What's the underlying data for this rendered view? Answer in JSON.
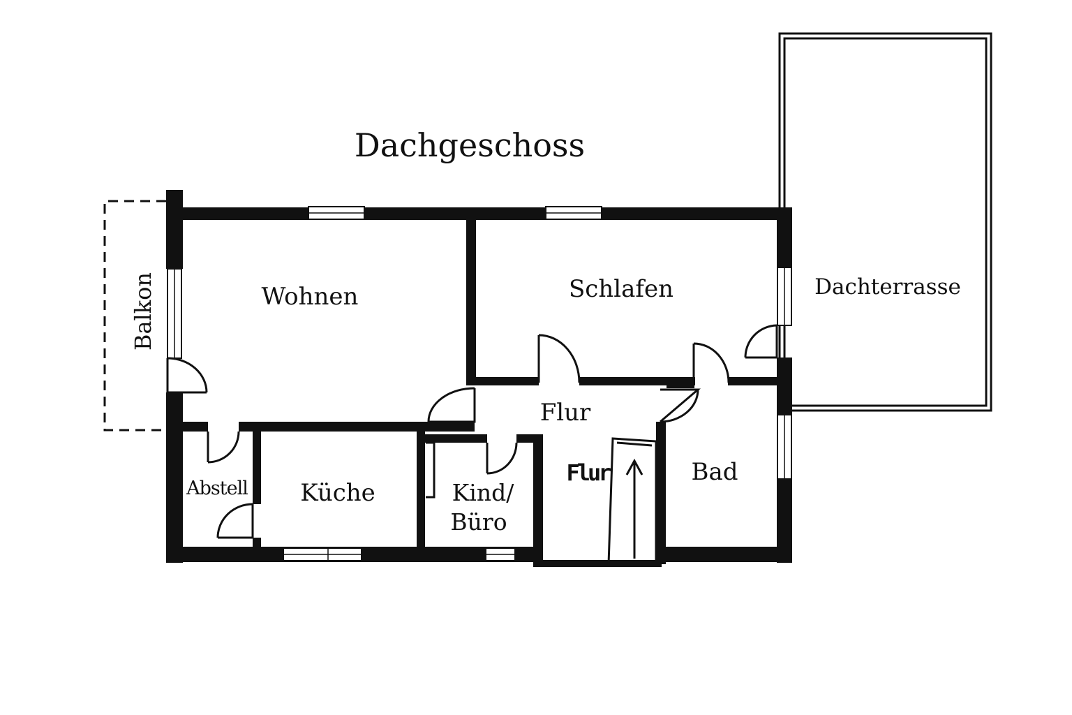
{
  "plan": {
    "title": "Dachgeschoss",
    "rooms": {
      "wohnen": "Wohnen",
      "schlafen": "Schlafen",
      "dachterrasse": "Dachterrasse",
      "balkon": "Balkon",
      "flur": "Flur",
      "flur_stairs": "Flur",
      "bad": "Bad",
      "abstell": "Abstell",
      "kueche": "Küche",
      "kind_line1": "Kind/",
      "kind_line2": "Büro"
    }
  }
}
